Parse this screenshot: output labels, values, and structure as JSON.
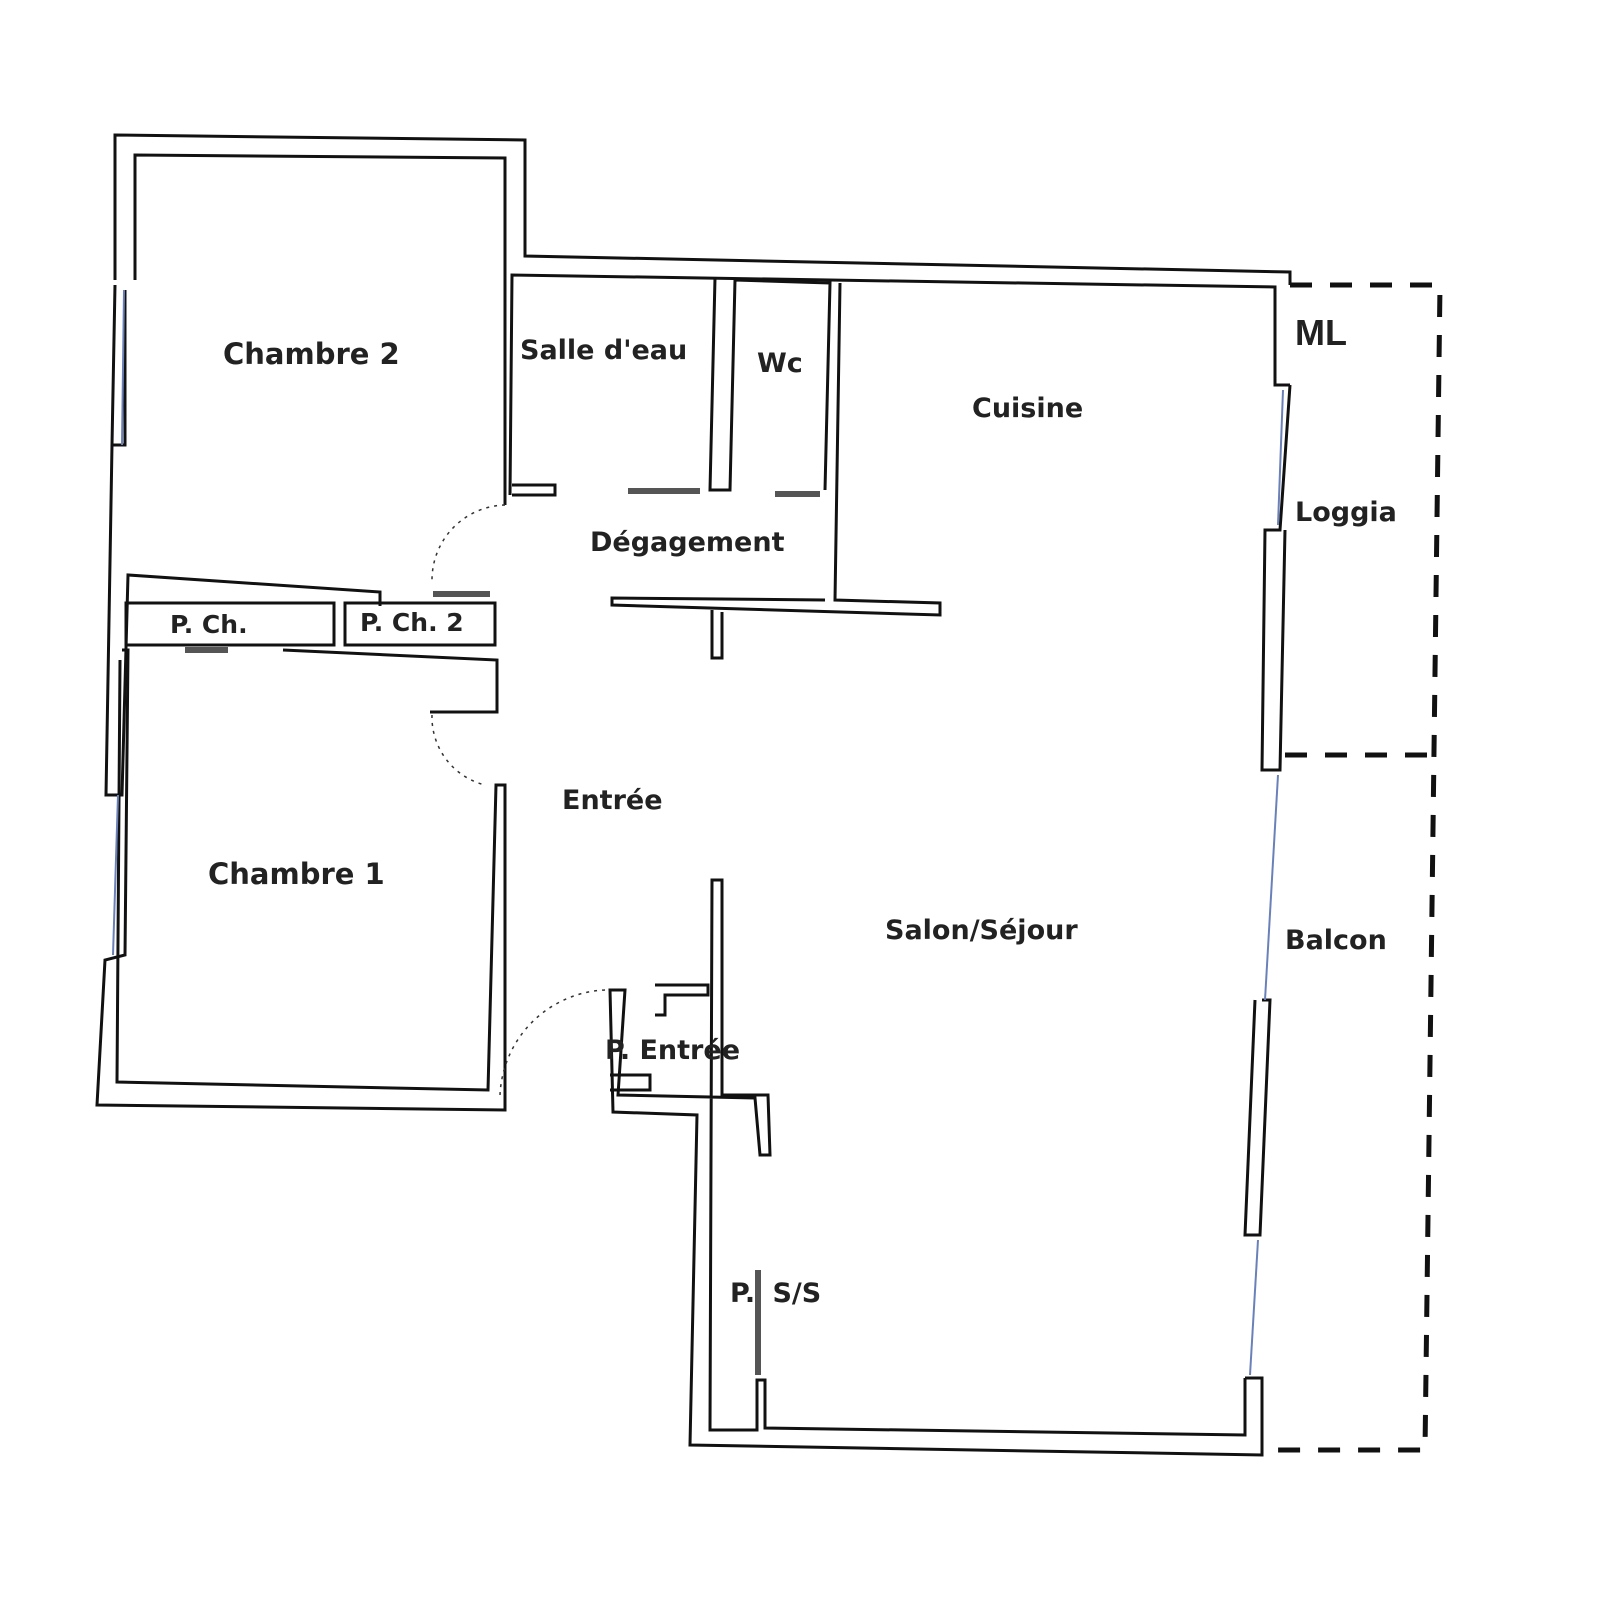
{
  "plan": {
    "rooms": {
      "chambre2": "Chambre 2",
      "chambre1": "Chambre 1",
      "salle_eau": "Salle d'eau",
      "wc": "Wc",
      "cuisine": "Cuisine",
      "degagement": "Dégagement",
      "entree": "Entrée",
      "salon": "Salon/Séjour",
      "loggia": "Loggia",
      "balcon": "Balcon",
      "ml": "ML"
    },
    "closets": {
      "p_ch": "P. Ch.",
      "p_ch2": "P. Ch. 2",
      "p_entree": "P. Entrée",
      "p_ss": "P. S/S"
    }
  }
}
